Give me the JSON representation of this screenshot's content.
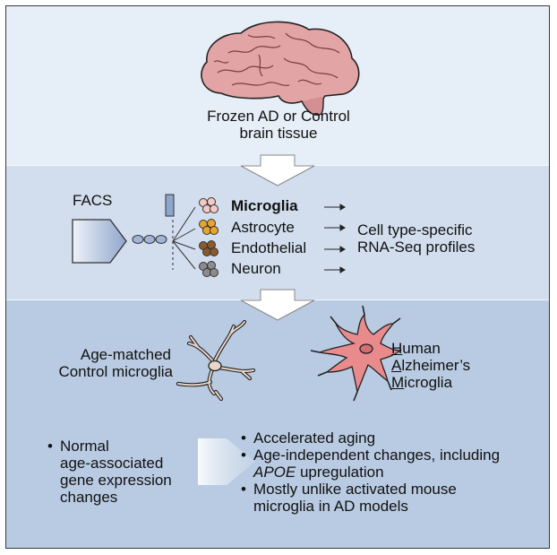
{
  "tissue": {
    "line1": "Frozen AD or Control",
    "line2": "brain tissue"
  },
  "facs": {
    "label": "FACS"
  },
  "cell_types": [
    {
      "label": "Microglia",
      "color": "#f3c9c6"
    },
    {
      "label": "Astrocyte",
      "color": "#e8a42c"
    },
    {
      "label": "Endothelial",
      "color": "#8a5a2c"
    },
    {
      "label": "Neuron",
      "color": "#8c8c8c"
    }
  ],
  "profiles": {
    "line1": "Cell type-specific",
    "line2": "RNA-Seq profiles"
  },
  "control": {
    "line1": "Age-matched",
    "line2": "Control microglia"
  },
  "ham": {
    "h_letter": "H",
    "h_rest": "uman",
    "a_letter": "A",
    "a_rest": "lzheimer’s",
    "m_letter": "M",
    "m_rest": "icroglia"
  },
  "left_bullet": {
    "line1": "Normal",
    "line2": "age-associated",
    "line3": "gene expression",
    "line4": "changes"
  },
  "right_bullets": {
    "item1": "Accelerated aging",
    "item2_line1": "Age-independent changes, including",
    "item2_gene": "APOE",
    "item2_rest": " upregulation",
    "item3_line1": "Mostly unlike activated mouse",
    "item3_line2": "microglia in AD models"
  },
  "colors": {
    "top_bg": "#e6eef7",
    "middle_bg": "#d2deee",
    "bottom_bg": "#b9cbe2",
    "brain": "#e3a4a6",
    "ham_cell": "#e98b8d"
  }
}
